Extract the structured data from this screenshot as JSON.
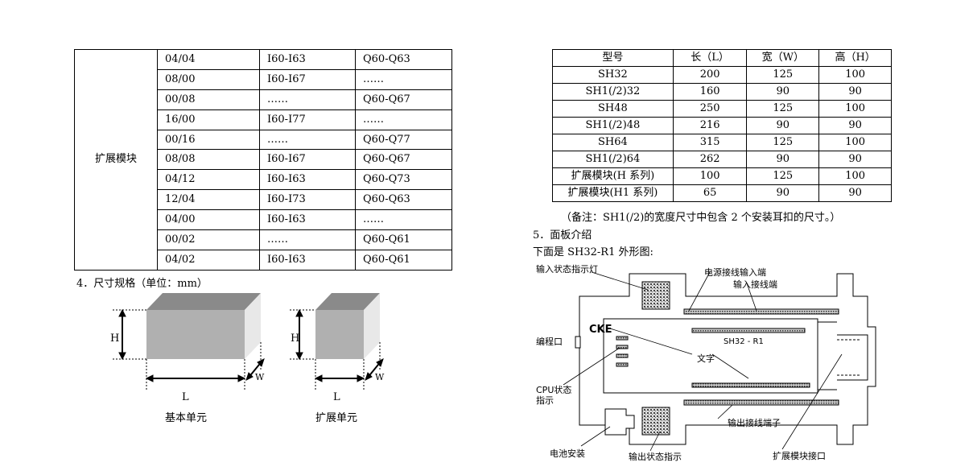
{
  "io_table": {
    "group_label": "扩展模块",
    "rows": [
      [
        "04/04",
        "I60-I63",
        "Q60-Q63"
      ],
      [
        "08/00",
        "I60-I67",
        "……"
      ],
      [
        "00/08",
        "……",
        "Q60-Q67"
      ],
      [
        "16/00",
        "I60-I77",
        "……"
      ],
      [
        "00/16",
        "……",
        "Q60-Q77"
      ],
      [
        "08/08",
        "I60-I67",
        "Q60-Q67"
      ],
      [
        "04/12",
        "I60-I63",
        "Q60-Q73"
      ],
      [
        "12/04",
        "I60-I73",
        "Q60-Q63"
      ],
      [
        "04/00",
        "I60-I63",
        "……"
      ],
      [
        "00/02",
        "……",
        "Q60-Q61"
      ],
      [
        "04/02",
        "I60-I63",
        "Q60-Q61"
      ]
    ]
  },
  "section4": {
    "heading": "4．尺寸规格（单位：mm）",
    "basic": {
      "h": "H",
      "l": "L",
      "w": "W",
      "caption": "基本单元"
    },
    "expansion": {
      "h": "H",
      "l": "L",
      "w": "W",
      "caption": "扩展单元"
    }
  },
  "dim_table": {
    "headers": [
      "型号",
      "长（L）",
      "宽（W）",
      "高（H）"
    ],
    "rows": [
      [
        "SH32",
        "200",
        "125",
        "100"
      ],
      [
        "SH1(/2)32",
        "160",
        "90",
        "90"
      ],
      [
        "SH48",
        "250",
        "125",
        "100"
      ],
      [
        "SH1(/2)48",
        "216",
        "90",
        "90"
      ],
      [
        "SH64",
        "315",
        "125",
        "100"
      ],
      [
        "SH1(/2)64",
        "262",
        "90",
        "90"
      ],
      [
        "扩展模块(H 系列)",
        "100",
        "125",
        "100"
      ],
      [
        "扩展模块(H1 系列)",
        "65",
        "90",
        "90"
      ]
    ],
    "note": "（备注：SH1(/2)的宽度尺寸中包含 2 个安装耳扣的尺寸。）"
  },
  "section5": {
    "heading": "5．面板介绍",
    "intro": "下面是 SH32-R1 外形图:"
  },
  "panel_diagram": {
    "labels": {
      "input_led": "输入状态指示灯",
      "power_terminal": "电源接线输入端",
      "input_terminal": "输入接线端",
      "program_port": "编程口",
      "cke": "CKE",
      "text": "文字",
      "model": "SH32 - R1",
      "cpu_status_1": "CPU状态",
      "cpu_status_2": "指示",
      "output_terminal": "输出接线端子",
      "battery": "电池安装",
      "output_status": "输出状态指示",
      "expansion_port": "扩展模块接口"
    }
  }
}
